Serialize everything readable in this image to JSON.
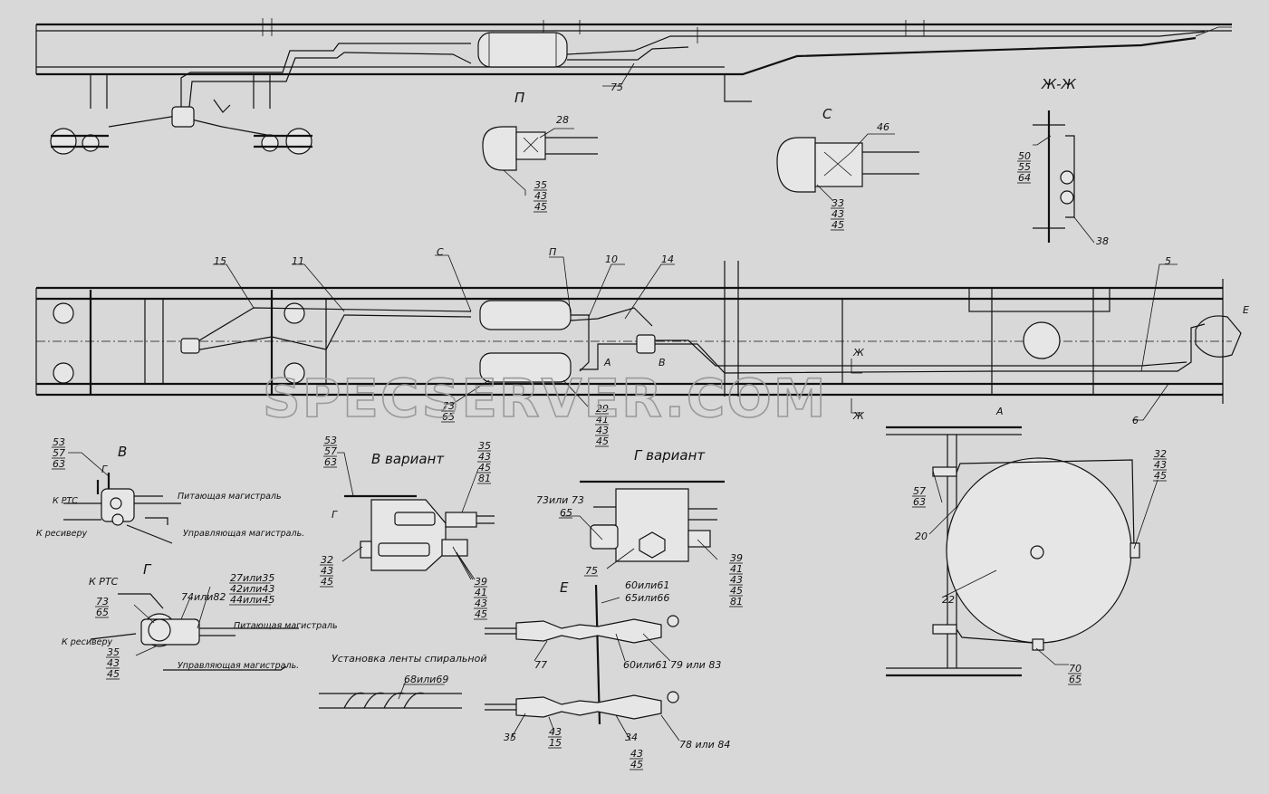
{
  "watermark": "SPECSERVER.COM",
  "views": {
    "P": "П",
    "S": "С",
    "ZhZh": "Ж-Ж",
    "V": "В",
    "V_variant": "В  вариант",
    "G_variant": "Г вариант",
    "G": "Г",
    "E": "Е",
    "spiral": "Установка ленты спиральной"
  },
  "section_marks": {
    "A": "А",
    "V": "В",
    "Zh": "Ж",
    "G": "Г",
    "E": "Е"
  },
  "annotations": {
    "k_rts": "К РТС",
    "k_resiveru": "К ресиверу",
    "pitayushchaya": "Питающая магистраль",
    "upravlyayushchaya": "Управляющая магистраль."
  },
  "callouts": {
    "c75": "75",
    "c28": "28",
    "c46": "46",
    "c38": "38",
    "c15": "15",
    "c11": "11",
    "c10": "10",
    "c14": "14",
    "c5": "5",
    "c6": "6",
    "c20": "20",
    "c22": "22",
    "c77": "77",
    "c34": "34",
    "c60ili61_top": "60или61",
    "c65ili66": "65или66",
    "c60ili61_bot": "60или61",
    "c79ili83": "79 или 83",
    "c78ili84": "78 или 84",
    "c35_e": "35",
    "c74ili82": "74или82",
    "c73ili73": "73или 73"
  },
  "stacks": {
    "p35": [
      "35",
      "43",
      "45"
    ],
    "s33": [
      "33",
      "43",
      "45"
    ],
    "zh50": [
      "50",
      "55",
      "64"
    ],
    "a73": [
      "73",
      "65"
    ],
    "a29": [
      "29",
      "41",
      "43",
      "45"
    ],
    "v53": [
      "53",
      "57",
      "63"
    ],
    "vv53": [
      "53",
      "57",
      "63"
    ],
    "vv35": [
      "35",
      "43",
      "45",
      "81"
    ],
    "vv32": [
      "32",
      "43",
      "45"
    ],
    "vv39": [
      "39",
      "41",
      "43",
      "45"
    ],
    "gv65": [
      "65"
    ],
    "gv75": [
      "75"
    ],
    "gv39": [
      "39",
      "41",
      "43",
      "45",
      "81"
    ],
    "g27": [
      "27или35",
      "42или43",
      "44или45"
    ],
    "g73": [
      "73",
      "65"
    ],
    "g35": [
      "35",
      "43",
      "45"
    ],
    "r57": [
      "57",
      "63"
    ],
    "r32": [
      "32",
      "43",
      "45"
    ],
    "r70": [
      "70",
      "65"
    ],
    "e43": [
      "43",
      "15"
    ],
    "e43b": [
      "43",
      "45"
    ],
    "spiral": [
      "68или69"
    ]
  }
}
